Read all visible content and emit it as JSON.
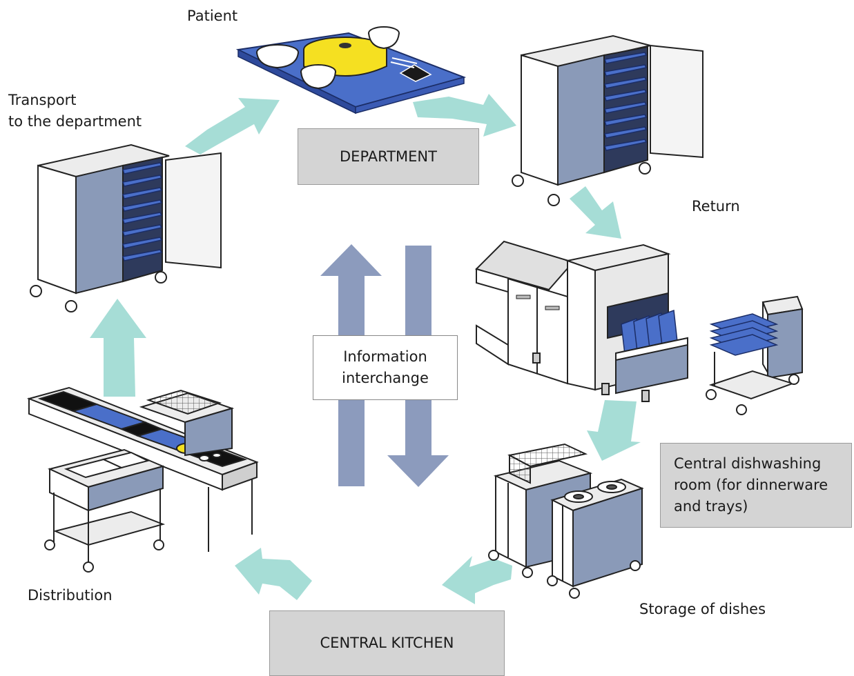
{
  "colors": {
    "flow_arrow": "#a6ddd6",
    "info_arrow": "#8c9bbd",
    "tray_blue": "#4a6fc9",
    "yellow": "#f5e021",
    "cart_shade": "#8a9ab8",
    "box_gray": "#d4d4d4"
  },
  "labels": {
    "patient": "Patient",
    "transport_line1": "Transport",
    "transport_line2": "to the department",
    "return": "Return",
    "distribution": "Distribution",
    "storage": "Storage of dishes"
  },
  "boxes": {
    "department": "DEPARTMENT",
    "central_kitchen": "CENTRAL KITCHEN",
    "dishwashing_line1": "Central dishwashing",
    "dishwashing_line2": "room (for dinnerware",
    "dishwashing_line3": "and trays)",
    "info_line1": "Information",
    "info_line2": "interchange"
  },
  "illustrations": [
    "patient-tray",
    "transport-cart",
    "return-cart",
    "dishwasher",
    "tray-rack-trolley",
    "dish-storage-carts",
    "distribution-line"
  ],
  "icons": [
    "cycle-arrow",
    "info-up-arrow",
    "info-down-arrow"
  ]
}
